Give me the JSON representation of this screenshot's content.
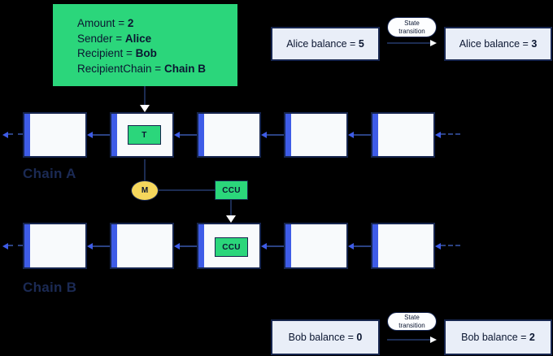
{
  "transaction_box": {
    "fields": [
      {
        "label": "Amount = ",
        "value": "2"
      },
      {
        "label": "Sender = ",
        "value": "Alice"
      },
      {
        "label": "Recipient = ",
        "value": "Bob"
      },
      {
        "label": "RecipientChain = ",
        "value": "Chain B"
      }
    ]
  },
  "chain_a": {
    "label": "Chain A",
    "transaction_chip": "T"
  },
  "chain_b": {
    "label": "Chain B",
    "ccu_chip": "CCU"
  },
  "module_ellipse": "M",
  "ccu_box": "CCU",
  "alice_panel": {
    "before_label": "Alice balance = ",
    "before_value": "5",
    "transition_label": "State transition",
    "after_label": "Alice balance = ",
    "after_value": "3"
  },
  "bob_panel": {
    "before_label": "Bob balance = ",
    "before_value": "0",
    "transition_label": "State transition",
    "after_label": "Bob balance = ",
    "after_value": "2"
  },
  "colors": {
    "background": "#000000",
    "green": "#2BD67B",
    "blue": "#3E5CE7",
    "navy": "#16254E",
    "yellow": "#F5D75C",
    "block_fill": "#F8FAFC",
    "panel_fill": "#E9EEF8"
  }
}
